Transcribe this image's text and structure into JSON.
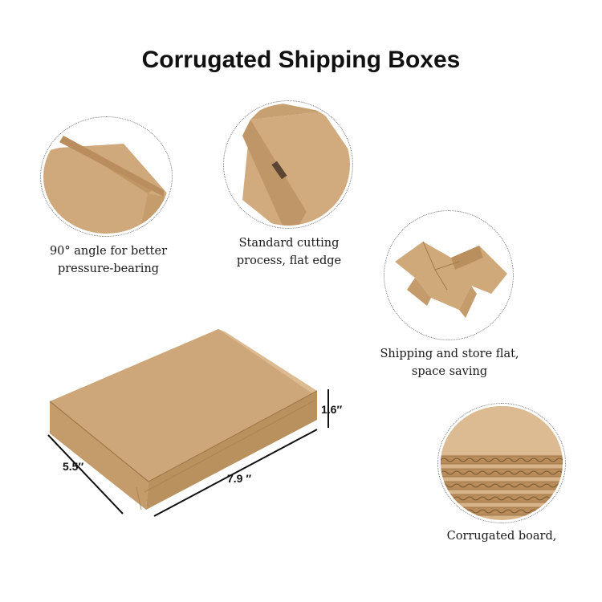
{
  "title": "Corrugated Shipping Boxes",
  "features": [
    {
      "caption_line1": "90° angle for better",
      "caption_line2": "pressure-bearing"
    },
    {
      "caption_line1": "Standard cutting",
      "caption_line2": "process, flat edge"
    },
    {
      "caption_line1": "Shipping and store flat,",
      "caption_line2": "space saving"
    },
    {
      "caption_line1": "Corrugated board,",
      "caption_line2": ""
    }
  ],
  "dimensions": {
    "height": "1.6″",
    "width": "5.5″",
    "length": "7.9 ″"
  },
  "colors": {
    "kraft": "#cda67a",
    "kraft_dark": "#b8915f",
    "kraft_light": "#dcbb92"
  }
}
